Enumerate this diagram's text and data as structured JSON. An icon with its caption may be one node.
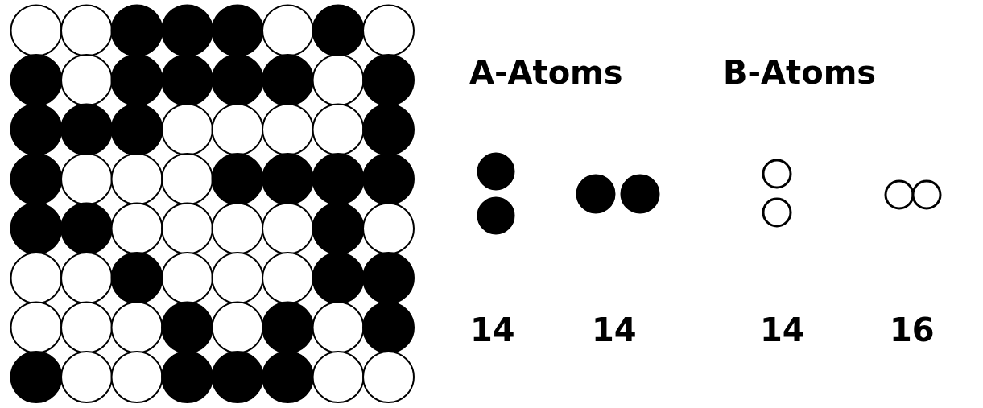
{
  "diagram": {
    "labels": [
      "A-Atoms",
      "B-Atoms",
      "14",
      "14",
      "14",
      "16"
    ]
  }
}
